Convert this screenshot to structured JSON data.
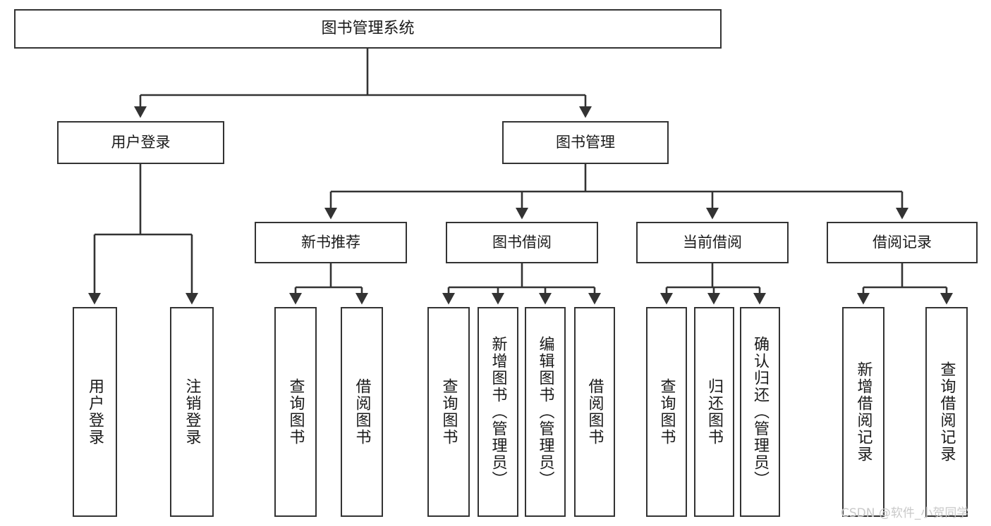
{
  "diagram": {
    "title": "图书管理系统",
    "type": "tree",
    "root": {
      "label": "图书管理系统"
    },
    "level1": [
      {
        "label": "用户登录"
      },
      {
        "label": "图书管理"
      }
    ],
    "level2": [
      {
        "label": "新书推荐"
      },
      {
        "label": "图书借阅"
      },
      {
        "label": "当前借阅"
      },
      {
        "label": "借阅记录"
      }
    ],
    "leaves": {
      "user_login": [
        {
          "label": "用户登录"
        },
        {
          "label": "注销登录"
        }
      ],
      "new_book_recommend": [
        {
          "label": "查询图书"
        },
        {
          "label": "借阅图书"
        }
      ],
      "book_borrow": [
        {
          "label": "查询图书"
        },
        {
          "label": "新增图书（管理员）"
        },
        {
          "label": "编辑图书（管理员）"
        },
        {
          "label": "借阅图书"
        }
      ],
      "current_borrow": [
        {
          "label": "查询图书"
        },
        {
          "label": "归还图书"
        },
        {
          "label": "确认归还（管理员）"
        }
      ],
      "borrow_record": [
        {
          "label": "新增借阅记录"
        },
        {
          "label": "查询借阅记录"
        }
      ]
    }
  },
  "watermark": {
    "text": "CSDN @软件_小贺同学"
  },
  "colors": {
    "stroke": "#333333",
    "background": "#ffffff",
    "text": "#1a1a1a",
    "watermark": "#c9c9c9"
  }
}
